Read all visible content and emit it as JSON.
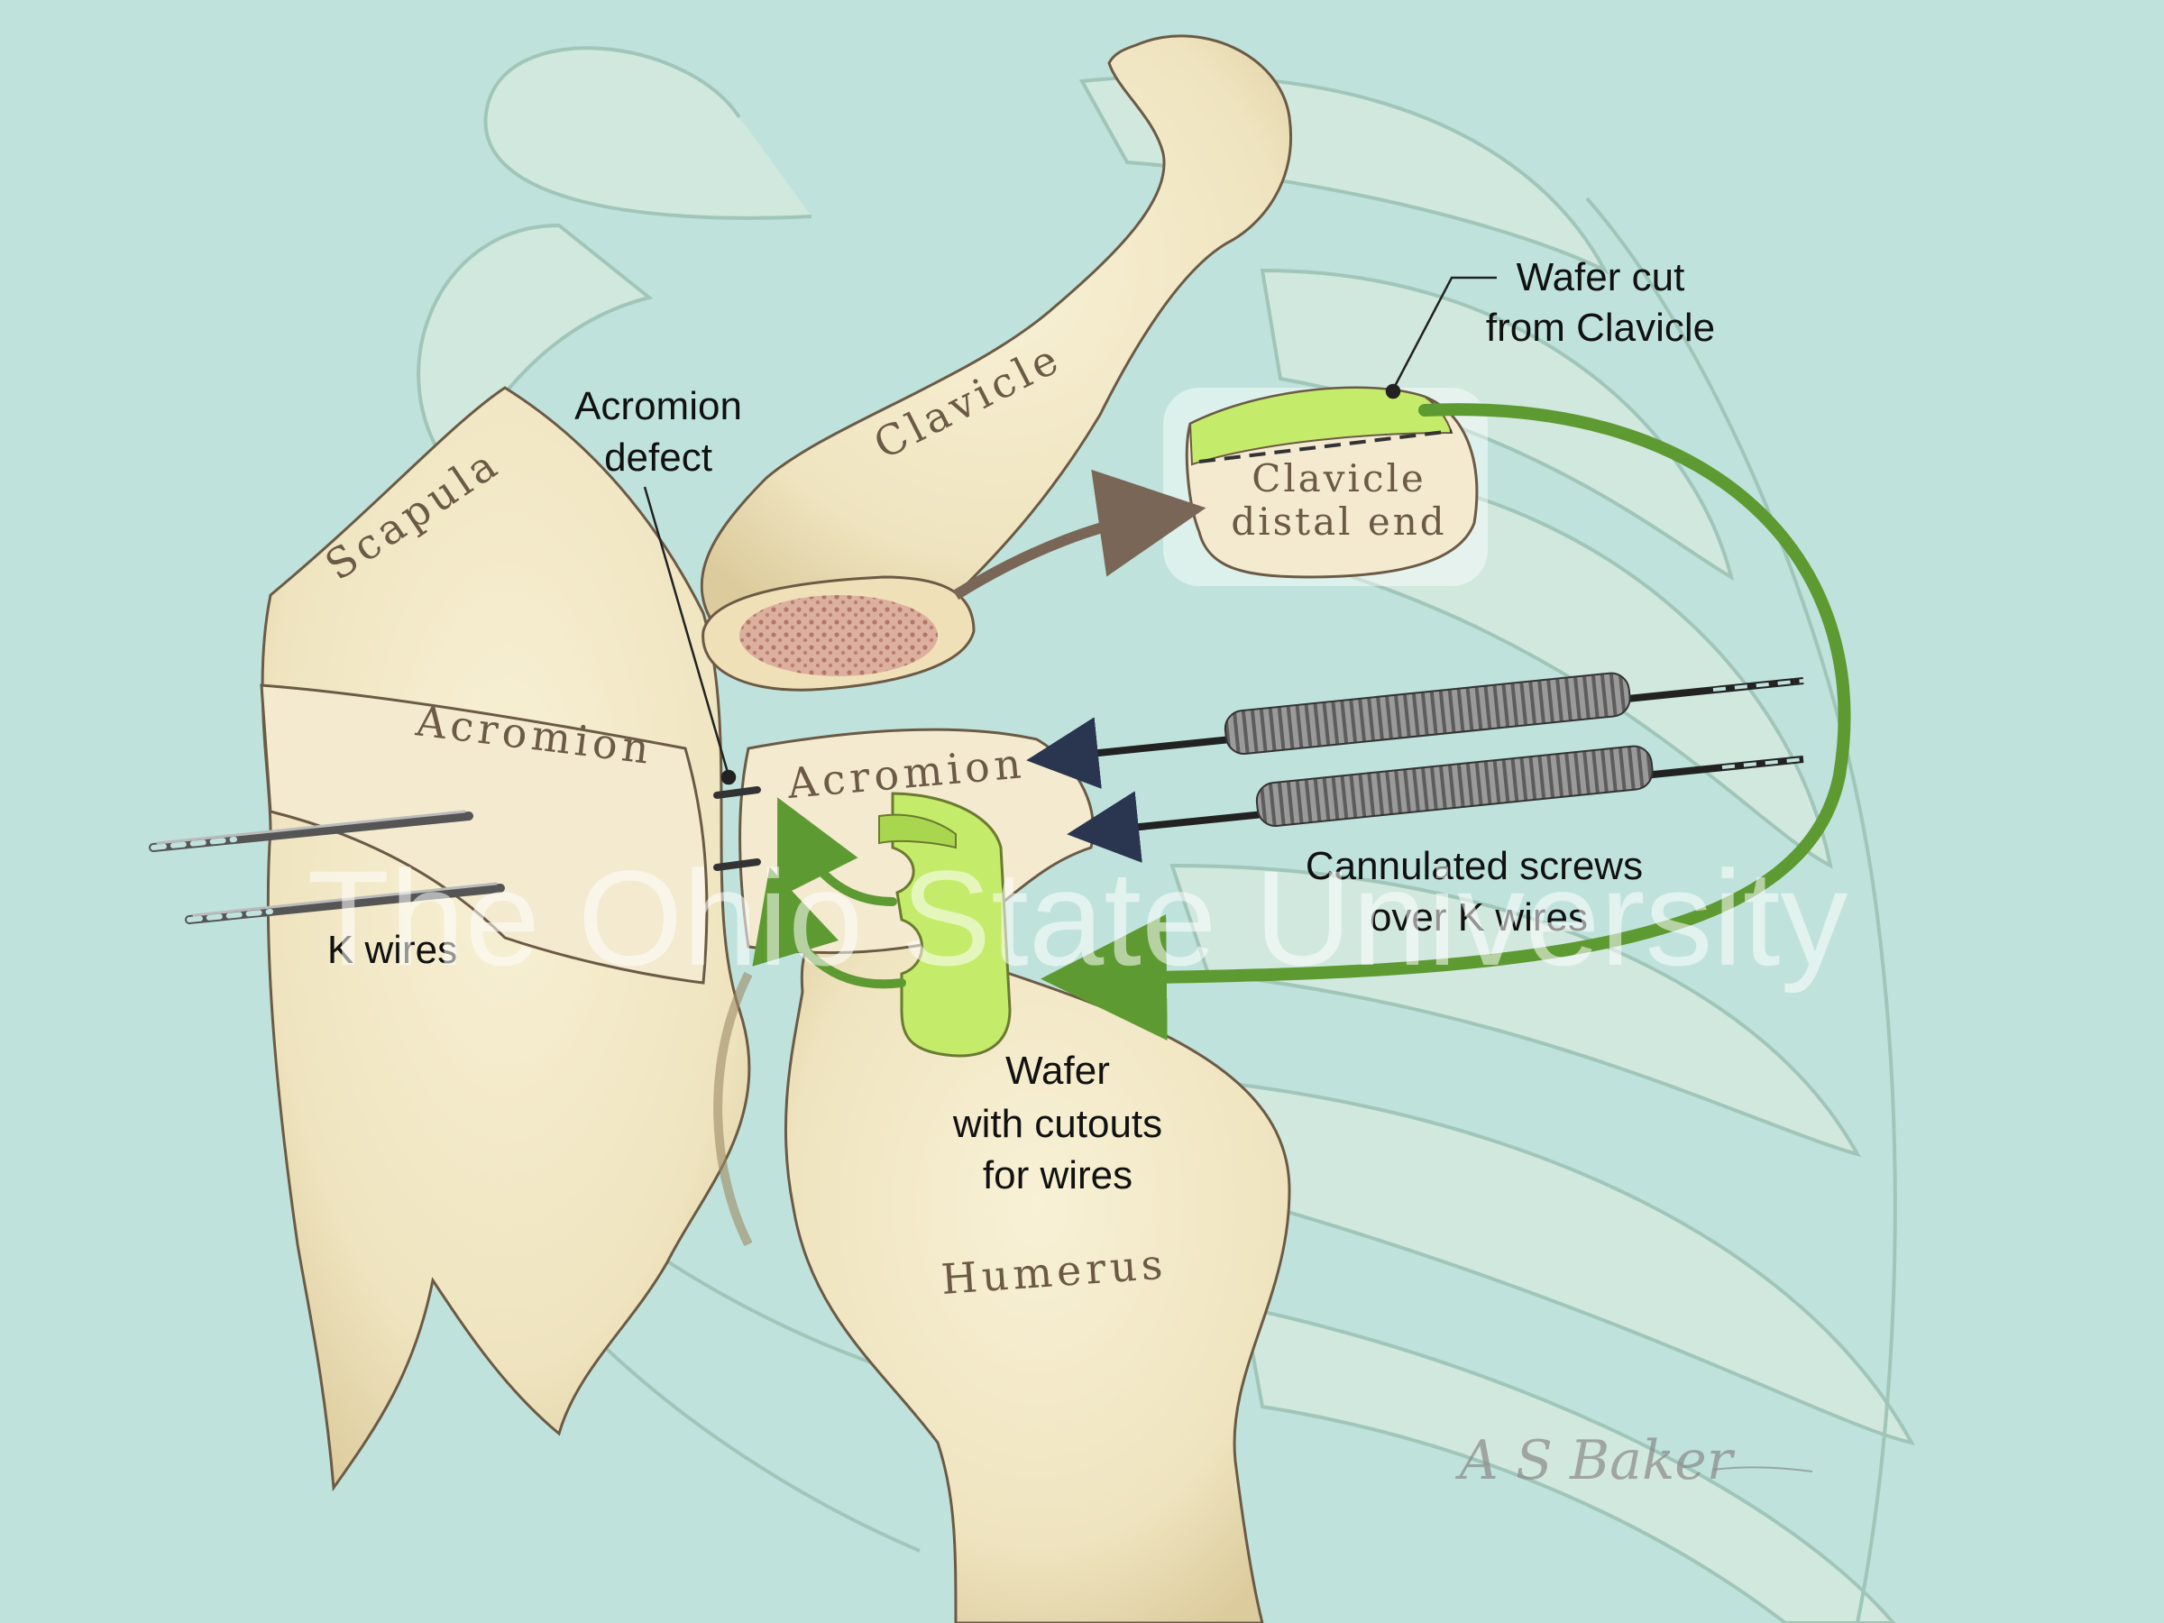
{
  "labels": {
    "scapula": "Scapula",
    "clavicle": "Clavicle",
    "acromion_left": "Acromion",
    "acromion_right": "Acromion",
    "humerus": "Humerus",
    "acromion_defect_1": "Acromion",
    "acromion_defect_2": "defect",
    "wafer_cut_1": "Wafer cut",
    "wafer_cut_2": "from Clavicle",
    "clavicle_end_1": "Clavicle",
    "clavicle_end_2": "distal end",
    "cannulated_1": "Cannulated screws",
    "cannulated_2": "over K wires",
    "k_wires": "K wires",
    "wafer_1": "Wafer",
    "wafer_2": "with cutouts",
    "wafer_3": "for wires"
  },
  "watermark": "The Ohio State University",
  "signature": "A S Baker",
  "colors": {
    "background": "#bfe3dc",
    "rib": "#d3e9df",
    "rib_stroke": "#9fc4b8",
    "bone": "#f0e6c4",
    "bone_shadow": "#d9caa0",
    "bone_stroke": "#6b5a45",
    "marrow": "#c98a80",
    "wafer": "#c4ec6a",
    "arrow_green": "#5e9a32",
    "arrow_brown": "#7a6656",
    "screw": "#8a8a8a"
  }
}
